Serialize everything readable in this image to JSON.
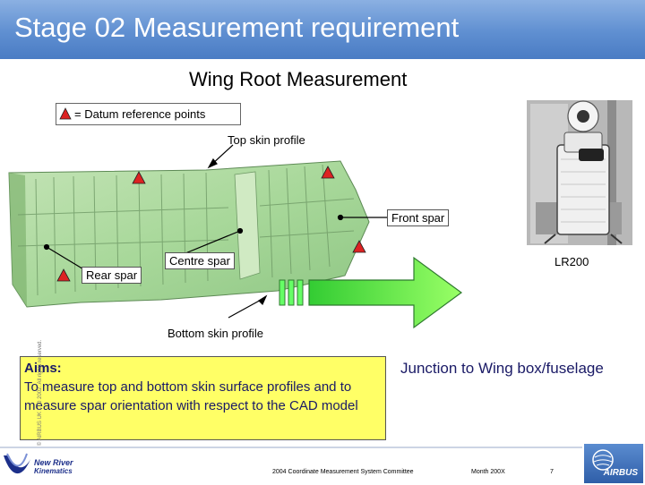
{
  "header": {
    "title": "Stage 02 Measurement requirement"
  },
  "subtitle": "Wing Root Measurement",
  "legend": {
    "text": "= Datum reference points"
  },
  "callouts": {
    "top_skin": "Top skin profile",
    "front_spar": "Front spar",
    "centre_spar": "Centre spar",
    "rear_spar": "Rear spar",
    "bottom_skin": "Bottom skin profile",
    "lr200": "LR200"
  },
  "aims": {
    "heading": "Aims:",
    "line1": "To measure top and bottom skin surface profiles and to",
    "line2": "measure spar orientation with respect to the CAD model"
  },
  "junction": "Junction to Wing box/fuselage",
  "footer": {
    "conference": "2004 Coordinate Measurement System Committee",
    "date": "Month 200X",
    "page": "7",
    "copyright": "© AIRBUS UK LTD 2002. All rights reserved."
  },
  "logos": {
    "nrk_line1": "New River",
    "nrk_line2": "Kinematics",
    "airbus": "AIRBUS"
  },
  "colors": {
    "title_bar": "#5f8fd1",
    "aims_box": "#ffff66",
    "arrow": "#66ff66",
    "datum_marker": "#dd2222",
    "wing_structure": "#a8d89a"
  }
}
